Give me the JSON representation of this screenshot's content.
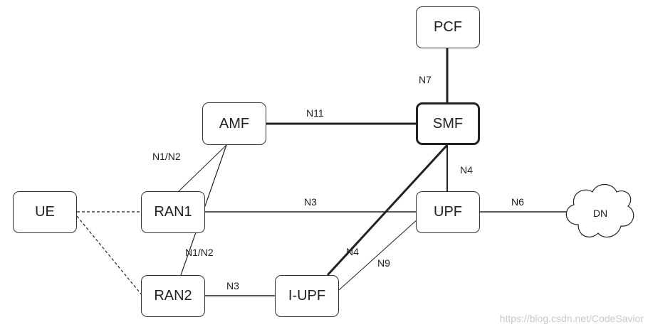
{
  "nodes": {
    "pcf": "PCF",
    "smf": "SMF",
    "amf": "AMF",
    "upf": "UPF",
    "ue": "UE",
    "ran1": "RAN1",
    "ran2": "RAN2",
    "iupf": "I-UPF",
    "dn": "DN"
  },
  "edges": {
    "n7": "N7",
    "n11": "N11",
    "n4_smf_upf": "N4",
    "n4_smf_iupf": "N4",
    "n3_ran1_upf": "N3",
    "n3_ran2_iupf": "N3",
    "n6": "N6",
    "n9": "N9",
    "n1n2_ran1": "N1/N2",
    "n1n2_ran2": "N1/N2"
  },
  "watermark": "https://blog.csdn.net/CodeSavior"
}
